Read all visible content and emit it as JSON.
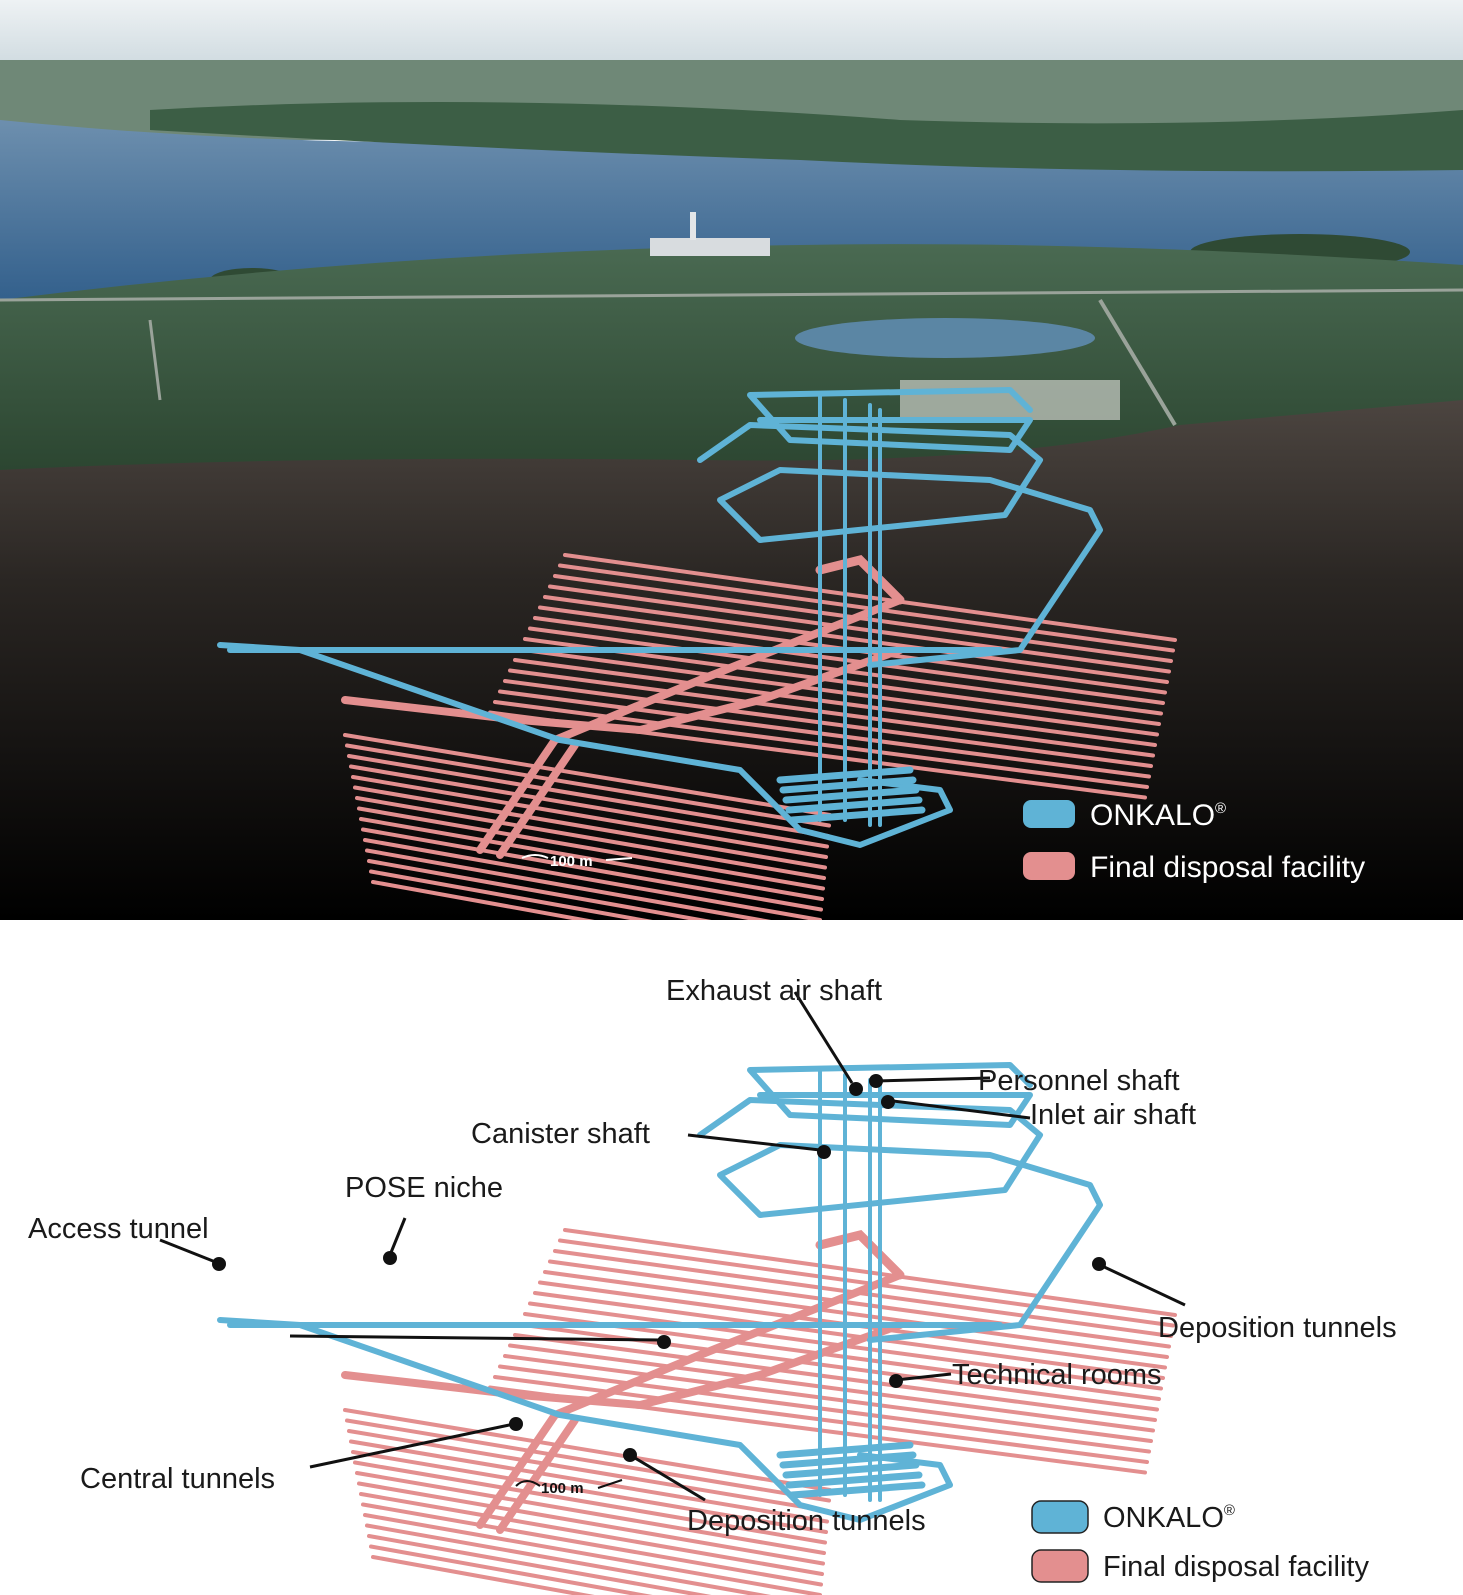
{
  "legend": {
    "onkalo": "ONKALO",
    "onkalo_mark": "®",
    "final": "Final disposal facility",
    "colors": {
      "onkalo": "#5fb3d6",
      "final": "#e38f8f"
    }
  },
  "scale_bar": "100 m",
  "labels": {
    "exhaust_air_shaft": "Exhaust air shaft",
    "personnel_shaft": "Personnel shaft",
    "inlet_air_shaft": "Inlet air shaft",
    "canister_shaft": "Canister shaft",
    "pose_niche": "POSE niche",
    "access_tunnel": "Access tunnel",
    "deposition_tunnels_right": "Deposition tunnels",
    "technical_rooms": "Technical rooms",
    "central_tunnels": "Central tunnels",
    "deposition_tunnels_bottom": "Deposition tunnels"
  },
  "colors": {
    "tunnel_blue": "#5fb3d6",
    "tunnel_red": "#e38f8f",
    "leader": "#111111"
  }
}
